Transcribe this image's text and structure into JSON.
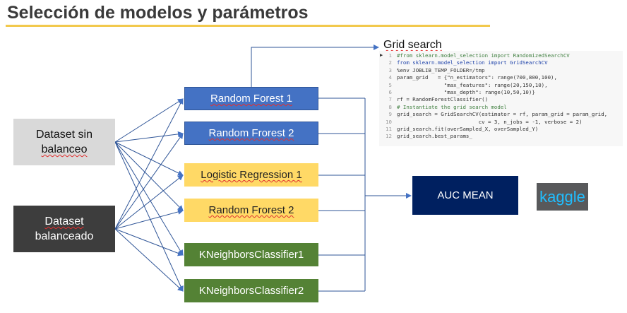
{
  "title": "Selección de modelos y parámetros",
  "datasets": {
    "unbalanced": [
      "Dataset sin",
      "balanceo"
    ],
    "balanced": [
      "Dataset",
      "balanceado"
    ]
  },
  "models": [
    {
      "label": "Random Forest 1",
      "color": "#4472c4"
    },
    {
      "label": "Random Frorest 2",
      "color": "#4472c4"
    },
    {
      "label": "Logistic Regression 1",
      "color": "#ffd966"
    },
    {
      "label": "Random Frorest 2",
      "color": "#ffd966"
    },
    {
      "label": "KNeighborsClassifier1",
      "color": "#548235"
    },
    {
      "label": "KNeighborsClassifier2",
      "color": "#548235"
    }
  ],
  "result": {
    "label": "AUC MEAN",
    "color": "#002060"
  },
  "kaggle": {
    "label": "kaggle"
  },
  "grid_search": {
    "label": "Grid search",
    "code_lines": [
      {
        "n": "1",
        "text": "#from sklearn.model_selection import RandomizedSearchCV"
      },
      {
        "n": "2",
        "text": "from sklearn.model_selection import GridSearchCV"
      },
      {
        "n": "3",
        "text": "%env JOBLIB_TEMP_FOLDER=/tmp"
      },
      {
        "n": "4",
        "text": "param_grid   = {\"n_estimators\": range(700,800,100),"
      },
      {
        "n": "5",
        "text": "               \"max_features\": range(20,150,10),"
      },
      {
        "n": "6",
        "text": "               \"max_depth\": range(10,50,10)}"
      },
      {
        "n": "7",
        "text": "rf = RandomForestClassifier()"
      },
      {
        "n": "8",
        "text": "# Instantiate the grid search model"
      },
      {
        "n": "9",
        "text": "grid_search = GridSearchCV(estimator = rf, param_grid = param_grid,"
      },
      {
        "n": "10",
        "text": "                          cv = 3, n_jobs = -1, verbose = 2)"
      },
      {
        "n": "11",
        "text": "grid_search.fit(overSampled_X, overSampled_Y)"
      },
      {
        "n": "12",
        "text": "grid_search.best_params_"
      }
    ]
  }
}
